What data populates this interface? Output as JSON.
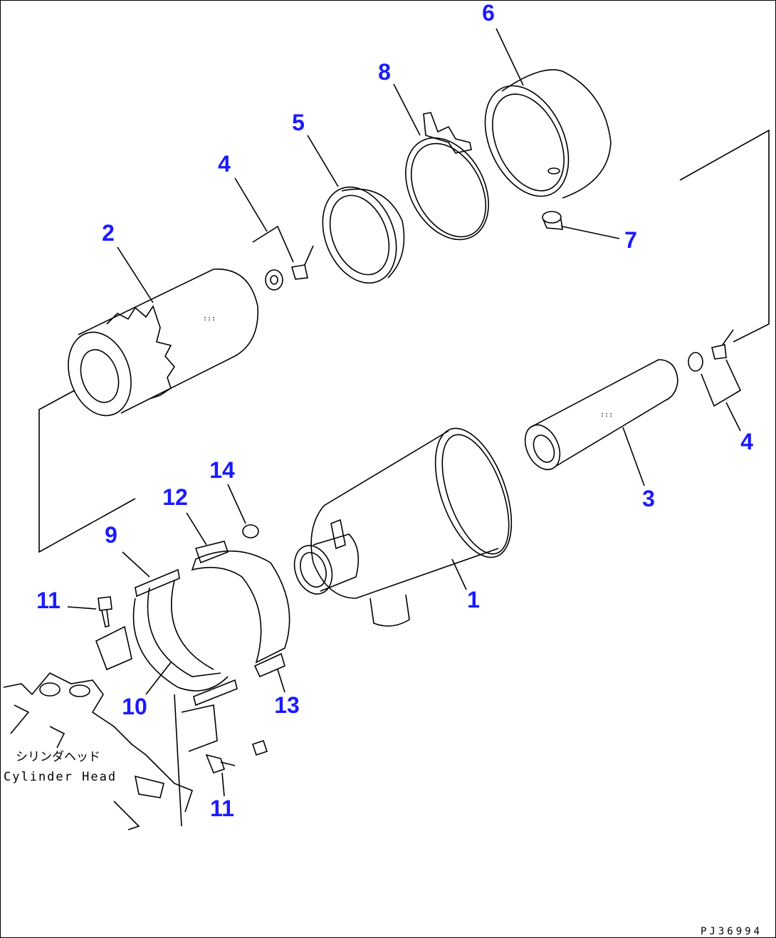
{
  "callouts": {
    "c1": "1",
    "c2": "2",
    "c3": "3",
    "c4a": "4",
    "c4b": "4",
    "c5": "5",
    "c6": "6",
    "c7": "7",
    "c8": "8",
    "c9": "9",
    "c10": "10",
    "c11a": "11",
    "c11b": "11",
    "c12": "12",
    "c13": "13",
    "c14": "14"
  },
  "reference_labels": {
    "cylinder_head_jp": "シリンダヘッド",
    "cylinder_head_en": "Cylinder Head"
  },
  "drawing_code": "PJ36994",
  "colors": {
    "callout": "#1a1aff",
    "lines": "#000000"
  }
}
